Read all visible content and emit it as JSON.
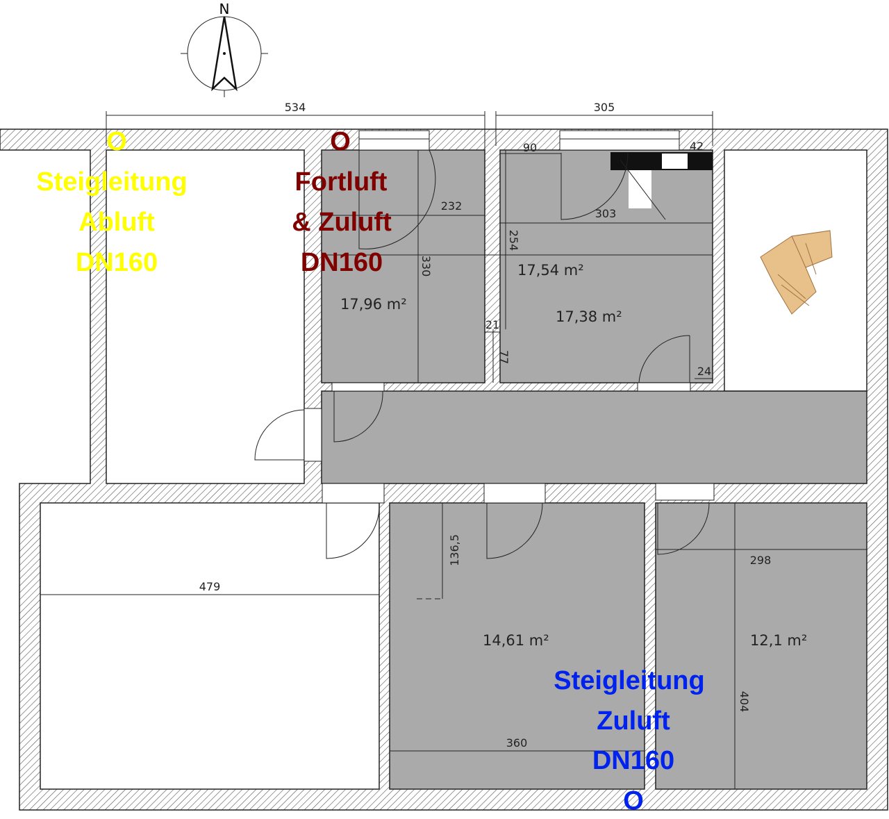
{
  "compass": {
    "north_label": "N"
  },
  "dimensions": {
    "top_left": "534",
    "top_right": "305",
    "d90": "90",
    "d42": "42",
    "d232": "232",
    "d303": "303",
    "d254": "254",
    "d330": "330",
    "d21": "21",
    "d77": "77",
    "d24": "24",
    "d136": "136,5",
    "d479": "479",
    "d298": "298",
    "d404": "404",
    "d360": "360"
  },
  "areas": {
    "room_a": "17,96 m²",
    "room_a_overlap": "17,54 m²",
    "room_b": "17,38 m²",
    "room_c": "14,61 m²",
    "room_d": "12,1 m²"
  },
  "annotations": {
    "exhaust_riser": {
      "lines": [
        "Steigleitung",
        "Abluft",
        "DN160"
      ],
      "marker": "O",
      "color": "#ffff00"
    },
    "outlet_supply": {
      "lines": [
        "Fortluft",
        "& Zuluft",
        "DN160"
      ],
      "marker": "O",
      "color": "#800000"
    },
    "supply_riser": {
      "lines": [
        "Steigleitung",
        "Zuluft",
        "DN160"
      ],
      "marker": "O",
      "color": "#0022ee"
    }
  },
  "colors": {
    "room_fill": "#aaaaaa",
    "wall_hatch": "#555555"
  }
}
